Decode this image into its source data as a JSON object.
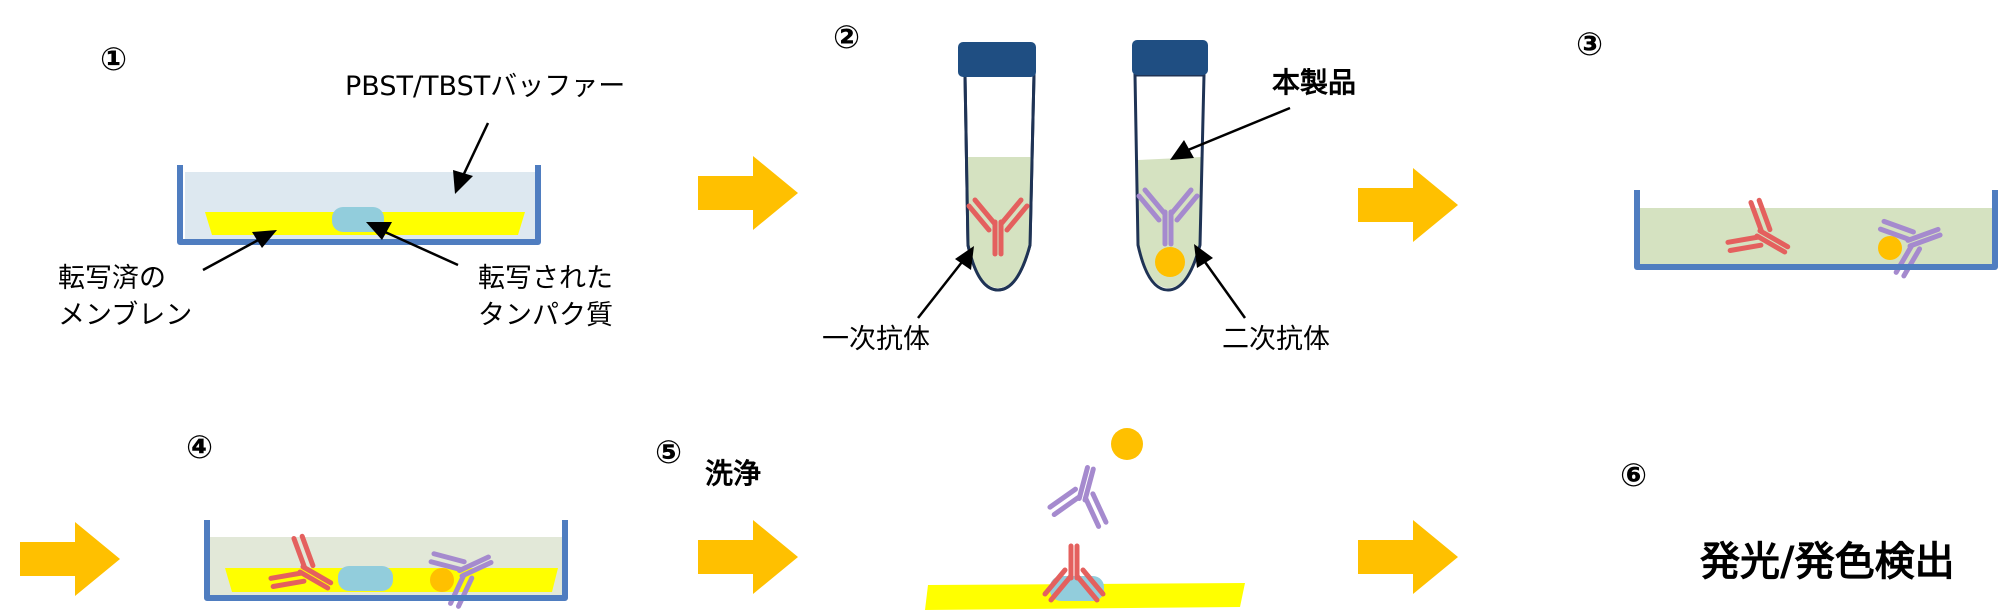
{
  "steps": [
    {
      "number": "①"
    },
    {
      "number": "②"
    },
    {
      "number": "③"
    },
    {
      "number": "④"
    },
    {
      "number": "⑤",
      "title": "洗浄"
    },
    {
      "number": "⑥",
      "title": "発光/発色検出"
    }
  ],
  "labels": {
    "buffer": "PBST/TBSTバッファー",
    "membrane_line1": "転写済の",
    "membrane_line2": "メンブレン",
    "protein_line1": "転写された",
    "protein_line2": "タンパク質",
    "primary_antibody": "一次抗体",
    "product": "本製品",
    "secondary_antibody": "二次抗体"
  },
  "colors": {
    "arrow": "#FFC000",
    "dish": "#4F7DC0",
    "buffer": "#DDE8F0",
    "antibody_solution": "#D5E2C1",
    "membrane": "#FFFF00",
    "protein": "#92CDDC",
    "primary_antibody": "#E4605E",
    "secondary_antibody": "#A58ACE",
    "label_enzyme": "#FFC000",
    "tube_cap": "#1F4E82"
  }
}
